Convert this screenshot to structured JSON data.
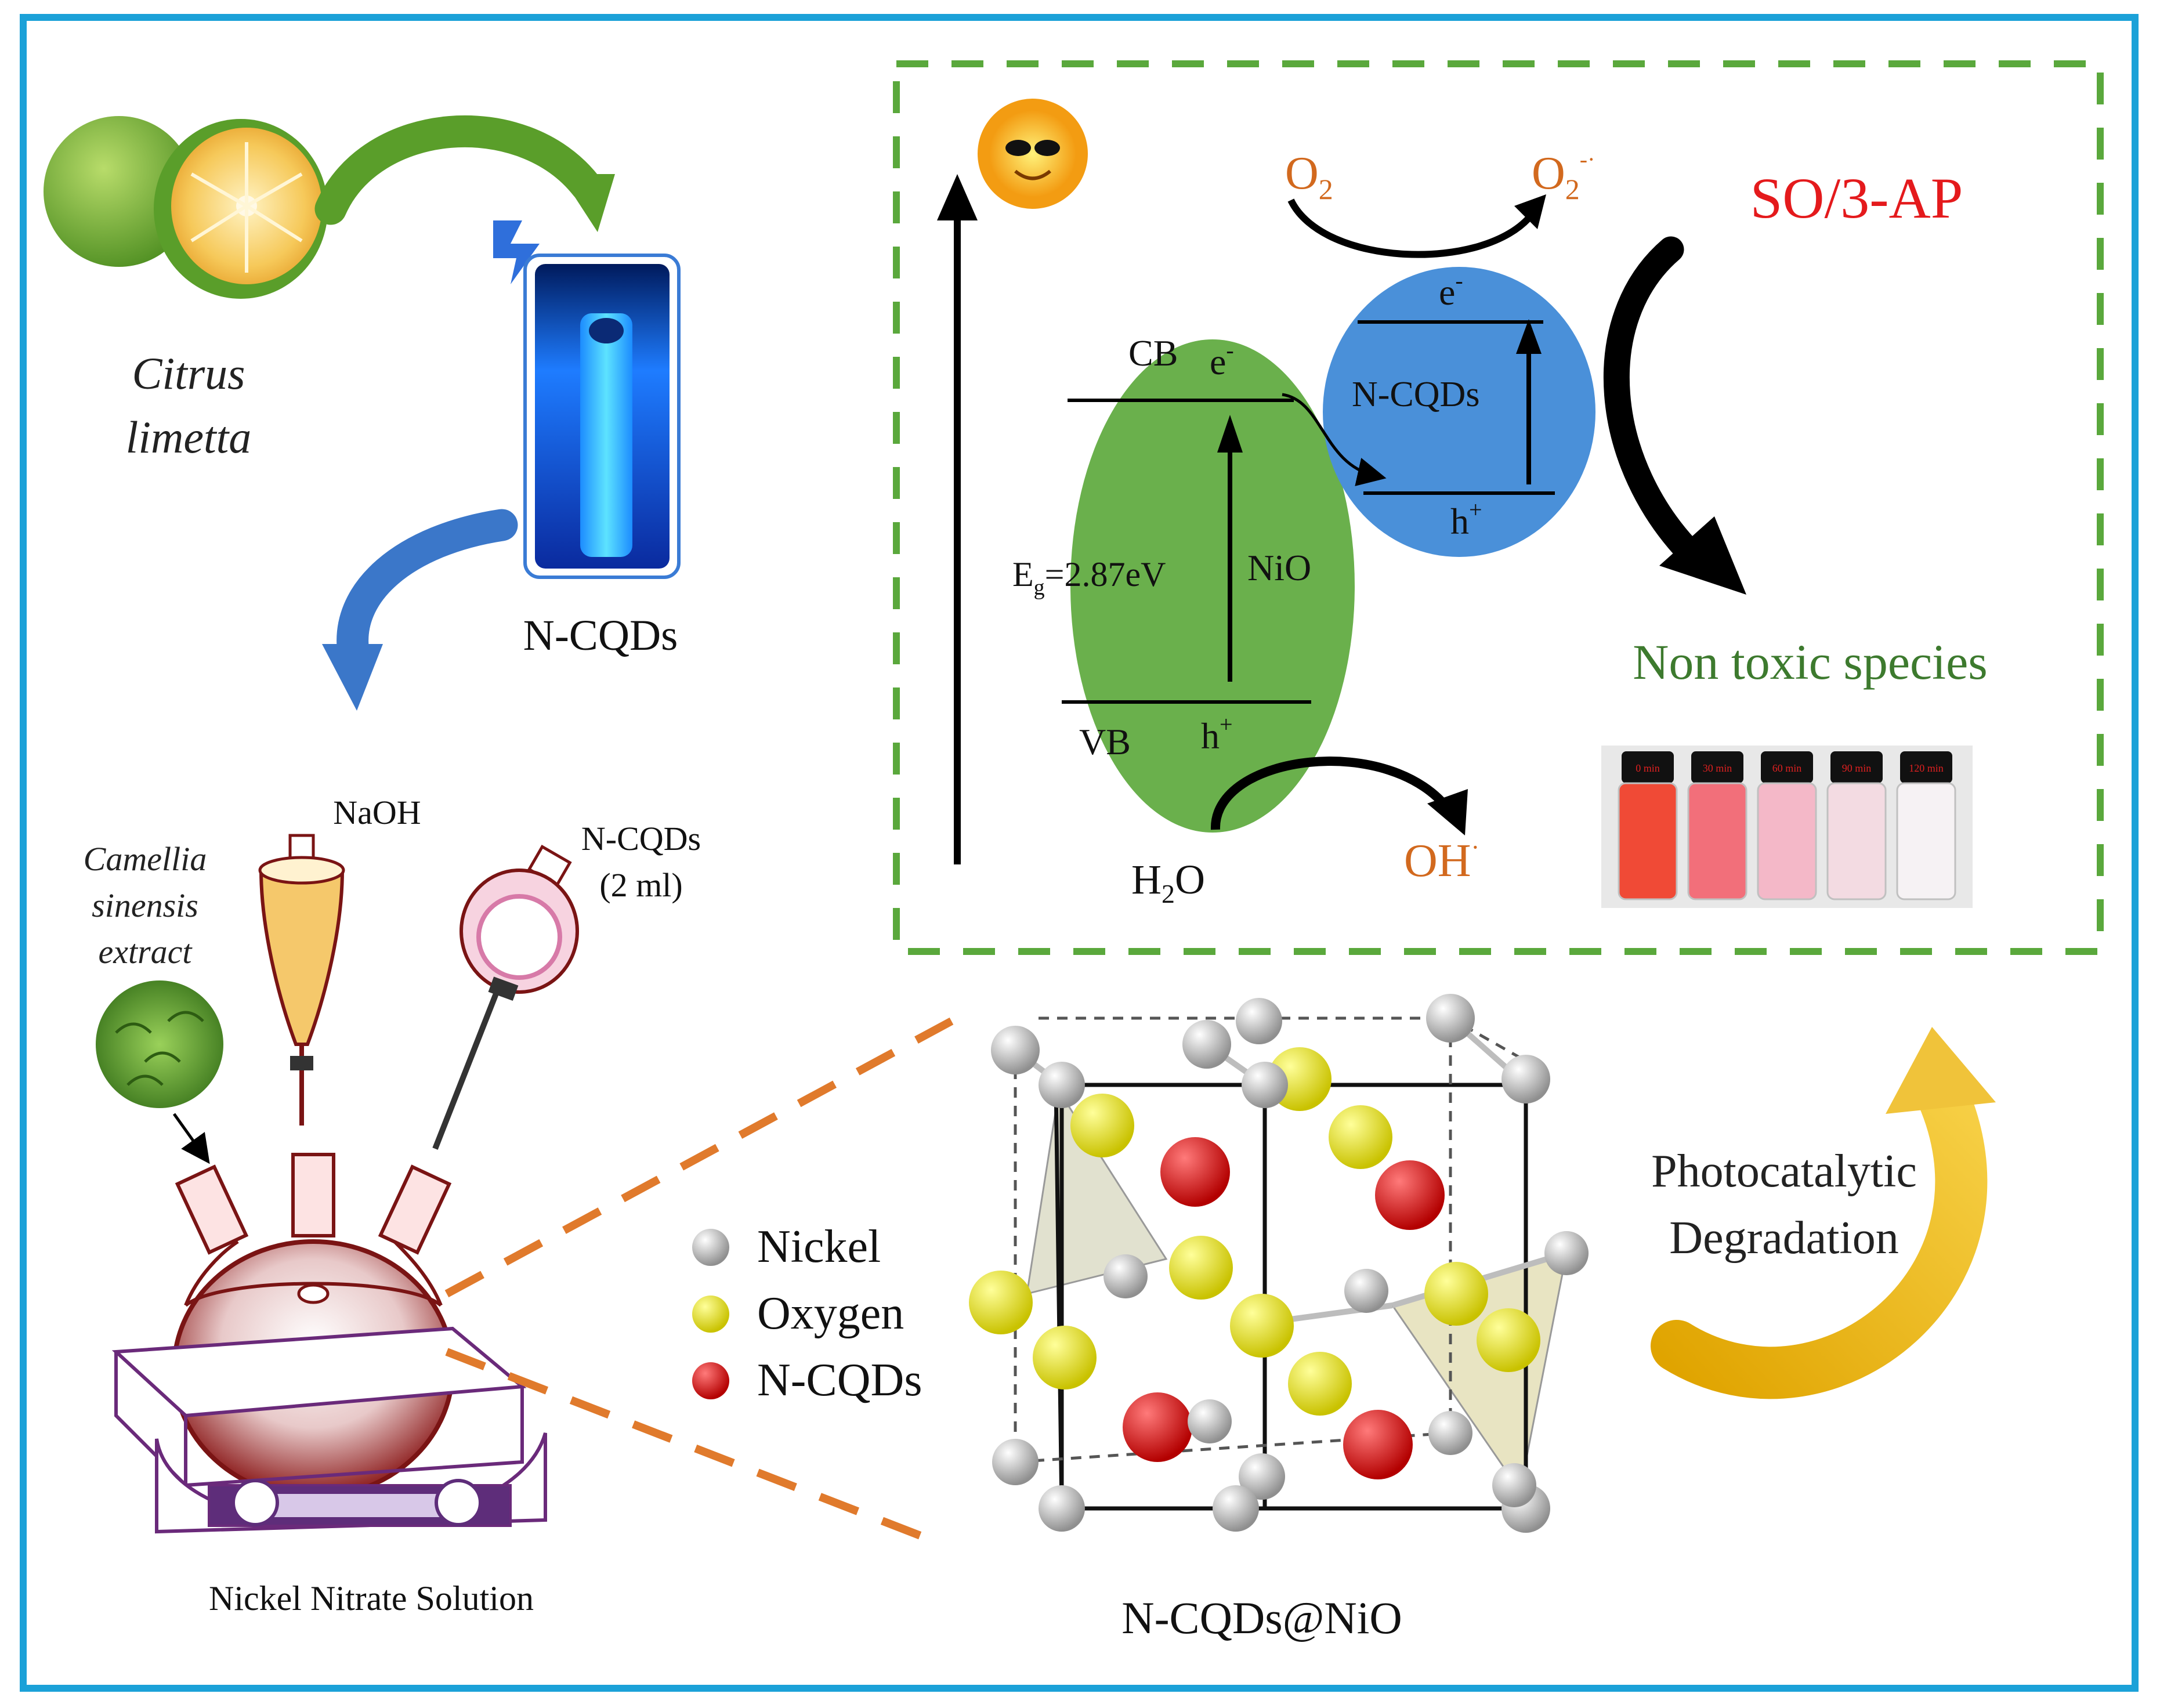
{
  "labels": {
    "citrus": [
      "Citrus",
      "limetta"
    ],
    "ncqds_vial": "N-CQDs",
    "camellia": [
      "Camellia",
      "sinensis",
      "extract"
    ],
    "naoh": "NaOH",
    "ncqds_funnel": [
      "N-CQDs",
      "(2 ml)"
    ],
    "nickel_nitrate": "Nickel Nitrate Solution",
    "product": "N-CQDs@NiO",
    "photocatalytic": [
      "Photocatalytic",
      "Degradation"
    ],
    "pollutant": "SO/3-AP",
    "non_toxic": "Non toxic species"
  },
  "legend": [
    {
      "label": "Nickel",
      "color": "#e6e6e6"
    },
    {
      "label": "Oxygen",
      "color": "#f2ee1c"
    },
    {
      "label": "N-CQDs",
      "color": "#e31a1a"
    }
  ],
  "band": {
    "cb": "CB",
    "vb": "VB",
    "e_minus": "e",
    "h_plus": "h",
    "eg_label": "E",
    "eg_sub": "g",
    "eg_value": "=2.87eV",
    "nio": "NiO",
    "ncqds": "N-CQDs",
    "o2": "O",
    "o2_radical": "O",
    "h2o_h": "H",
    "h2o_o": "O",
    "oh": "OH"
  },
  "vial_labels": [
    "0 min",
    "30 min",
    "60 min",
    "90 min",
    "120 min"
  ],
  "colors": {
    "frame": "#1ba1d8",
    "dashed_box": "#5aa83c",
    "nio_ellipse": "#6ab04c",
    "ncqds_circle": "#4a90d9",
    "pollutant_text": "#e41a1c",
    "non_toxic_text": "#3d7a2e",
    "orange_text": "#d2691e",
    "gold_arrow": "#e6b422"
  }
}
